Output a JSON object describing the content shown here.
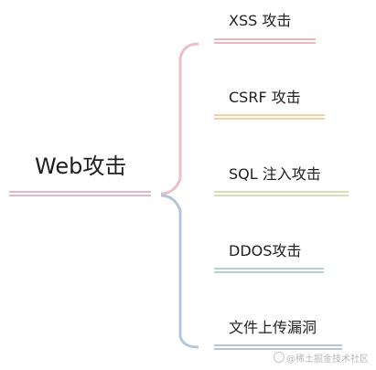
{
  "root": {
    "label": "Web攻击"
  },
  "branches": [
    {
      "label": "XSS 攻击",
      "color": "#e9b8bf"
    },
    {
      "label": "CSRF 攻击",
      "color": "#f3d1a2"
    },
    {
      "label": "SQL 注入攻击",
      "color": "#d7deb4"
    },
    {
      "label": "DDOS攻击",
      "color": "#b3d3d6"
    },
    {
      "label": "文件上传漏洞",
      "color": "#b5c6d8"
    }
  ],
  "colors": {
    "root_line": "#e3b6c8",
    "upper_brace": "#ebbfc4",
    "lower_brace": "#b4c7d9"
  },
  "watermark": {
    "text": "@稀土掘金技术社区"
  }
}
